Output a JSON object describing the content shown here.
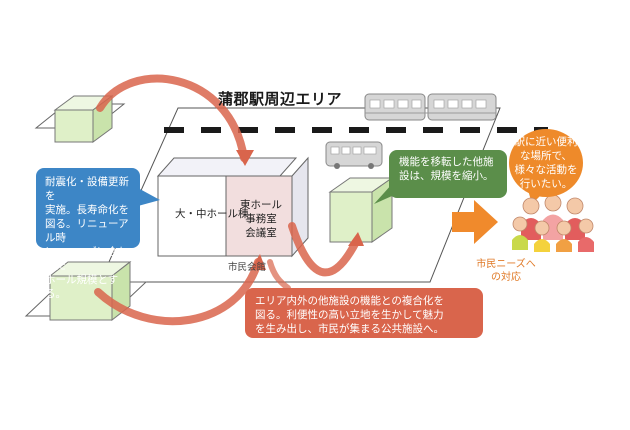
{
  "title": "蒲郡駅周辺エリア",
  "building": {
    "left_label": "大・中ホール棟",
    "right_label_lines": [
      "東ホール",
      "事務室",
      "会議室"
    ],
    "caption": "市民会館"
  },
  "callouts": {
    "blue_lines": [
      "耐震化・設備更新を",
      "実施。長寿命化を",
      "図る。リニューアル時",
      "に、ニーズに合わせた",
      "ホール規模とする。"
    ],
    "green_lines": [
      "機能を移転した他施",
      "設は、規模を縮小。"
    ],
    "red_lines": [
      "エリア内外の他施設の機能との複合化を",
      "図る。利便性の高い立地を生かして魅力",
      "を生み出し、市民が集まる公共施設へ。"
    ],
    "orange_lines": [
      "駅に近い便利",
      "な場所で、",
      "様々な活動を",
      "行いたい。"
    ]
  },
  "needs_label_lines": [
    "市民ニーズへ",
    "の対応"
  ],
  "colors": {
    "blue": "#3d86c6",
    "green": "#5b8e4a",
    "red": "#d9654c",
    "orange": "#ee8a2a",
    "cube_green": "#dff0c8",
    "track": "#1a1a1a"
  }
}
